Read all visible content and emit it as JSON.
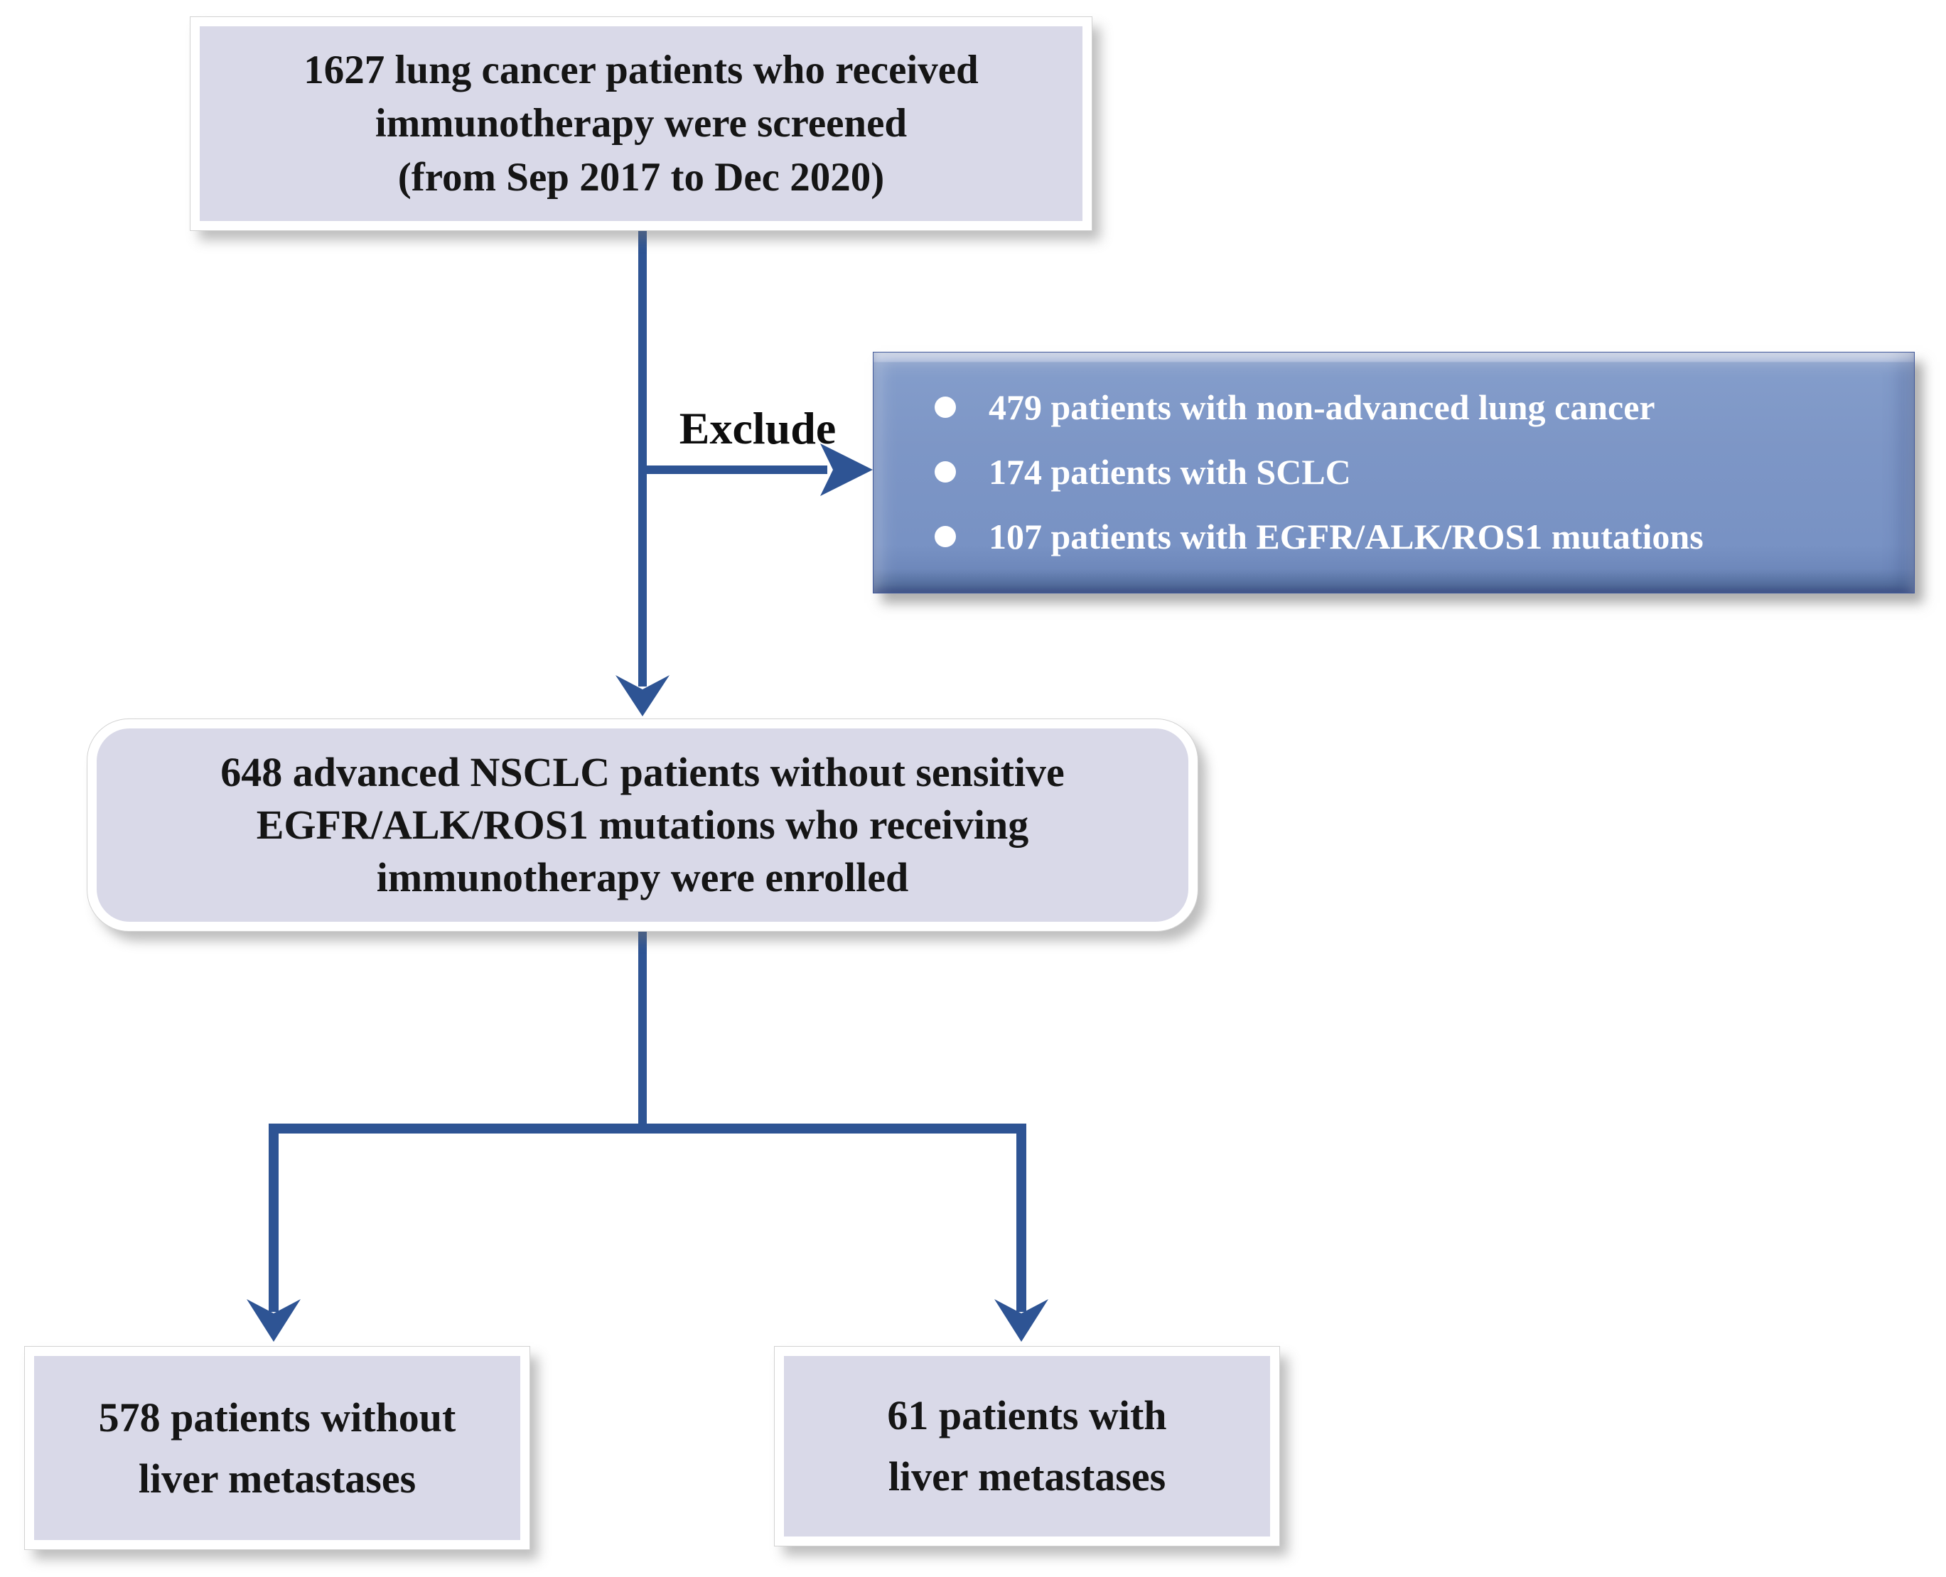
{
  "diagram": {
    "screened_box": {
      "lines": [
        "1627 lung cancer patients who received",
        "immunotherapy were screened",
        "(from Sep 2017 to Dec 2020)"
      ]
    },
    "exclude": {
      "label": "Exclude",
      "items": [
        "479 patients with non-advanced lung cancer",
        "174 patients with SCLC",
        "107 patients with EGFR/ALK/ROS1 mutations"
      ]
    },
    "enrolled_box": {
      "lines": [
        "648 advanced NSCLC patients without sensitive",
        "EGFR/ALK/ROS1 mutations who receiving",
        "immunotherapy were enrolled"
      ]
    },
    "no_liver_met_box": {
      "lines": [
        "578 patients without",
        "liver metastases"
      ]
    },
    "liver_met_box": {
      "lines": [
        "61 patients with",
        "liver metastases"
      ]
    }
  },
  "colors": {
    "connector_blue": "#2e5494",
    "box_fill_lavender": "#d9d9e8",
    "exclude_box_blue": "#7d96c6",
    "exclude_box_highlight": "#d6dff0",
    "exclude_box_shadow_edge": "#475d96",
    "text_dark": "#151515",
    "bullet_white": "#ffffff",
    "frame_white": "#ffffff"
  }
}
